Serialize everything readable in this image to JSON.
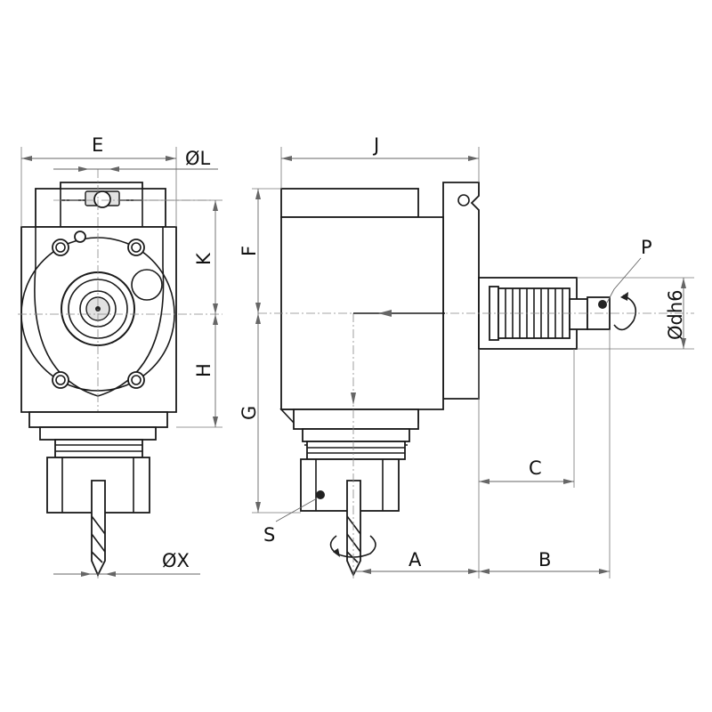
{
  "labels": {
    "E": "E",
    "OL": "ØL",
    "J": "J",
    "K": "K",
    "F": "F",
    "H": "H",
    "G": "G",
    "P": "P",
    "Odh6": "Ødh6",
    "C": "C",
    "S": "S",
    "OX": "ØX",
    "A": "A",
    "B": "B"
  },
  "colors": {
    "line": "#1a1a1a",
    "dimension": "#666666",
    "background": "#ffffff"
  }
}
